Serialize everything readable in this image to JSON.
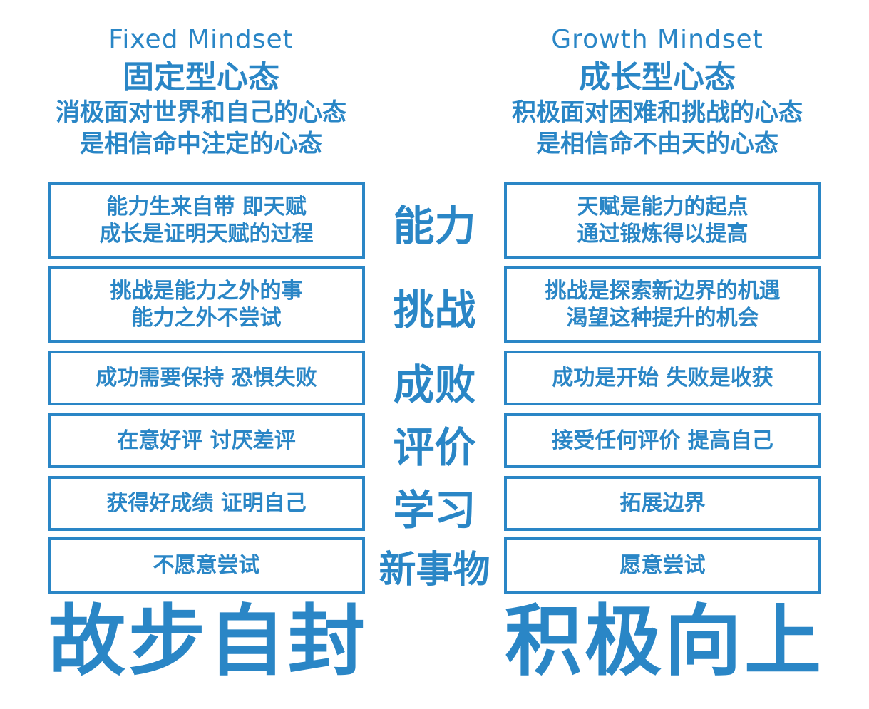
{
  "fixed": {
    "title_en": "Fixed Mindset",
    "title_zh": "固定型心态",
    "desc_1": "消极面对世界和自己的心态",
    "desc_2": "是相信命中注定的心态",
    "verdict": "故步自封"
  },
  "growth": {
    "title_en": "Growth Mindset",
    "title_zh": "成长型心态",
    "desc_1": "积极面对困难和挑战的心态",
    "desc_2": "是相信命不由天的心态",
    "verdict": "积极向上"
  },
  "rows": [
    {
      "category": "能力",
      "fixed": [
        "能力生来自带 即天赋",
        "成长是证明天赋的过程"
      ],
      "growth": [
        "天赋是能力的起点",
        "通过锻炼得以提高"
      ]
    },
    {
      "category": "挑战",
      "fixed": [
        "挑战是能力之外的事",
        "能力之外不尝试"
      ],
      "growth": [
        "挑战是探索新边界的机遇",
        "渴望这种提升的机会"
      ]
    },
    {
      "category": "成败",
      "fixed": [
        "成功需要保持 恐惧失败"
      ],
      "growth": [
        "成功是开始 失败是收获"
      ]
    },
    {
      "category": "评价",
      "fixed": [
        "在意好评 讨厌差评"
      ],
      "growth": [
        "接受任何评价 提高自己"
      ]
    },
    {
      "category": "学习",
      "fixed": [
        "获得好成绩 证明自己"
      ],
      "growth": [
        "拓展边界"
      ]
    },
    {
      "category": "新事物",
      "fixed": [
        "不愿意尝试"
      ],
      "growth": [
        "愿意尝试"
      ]
    }
  ],
  "colors": {
    "accent": "#2a86c6",
    "background": "#ffffff"
  }
}
